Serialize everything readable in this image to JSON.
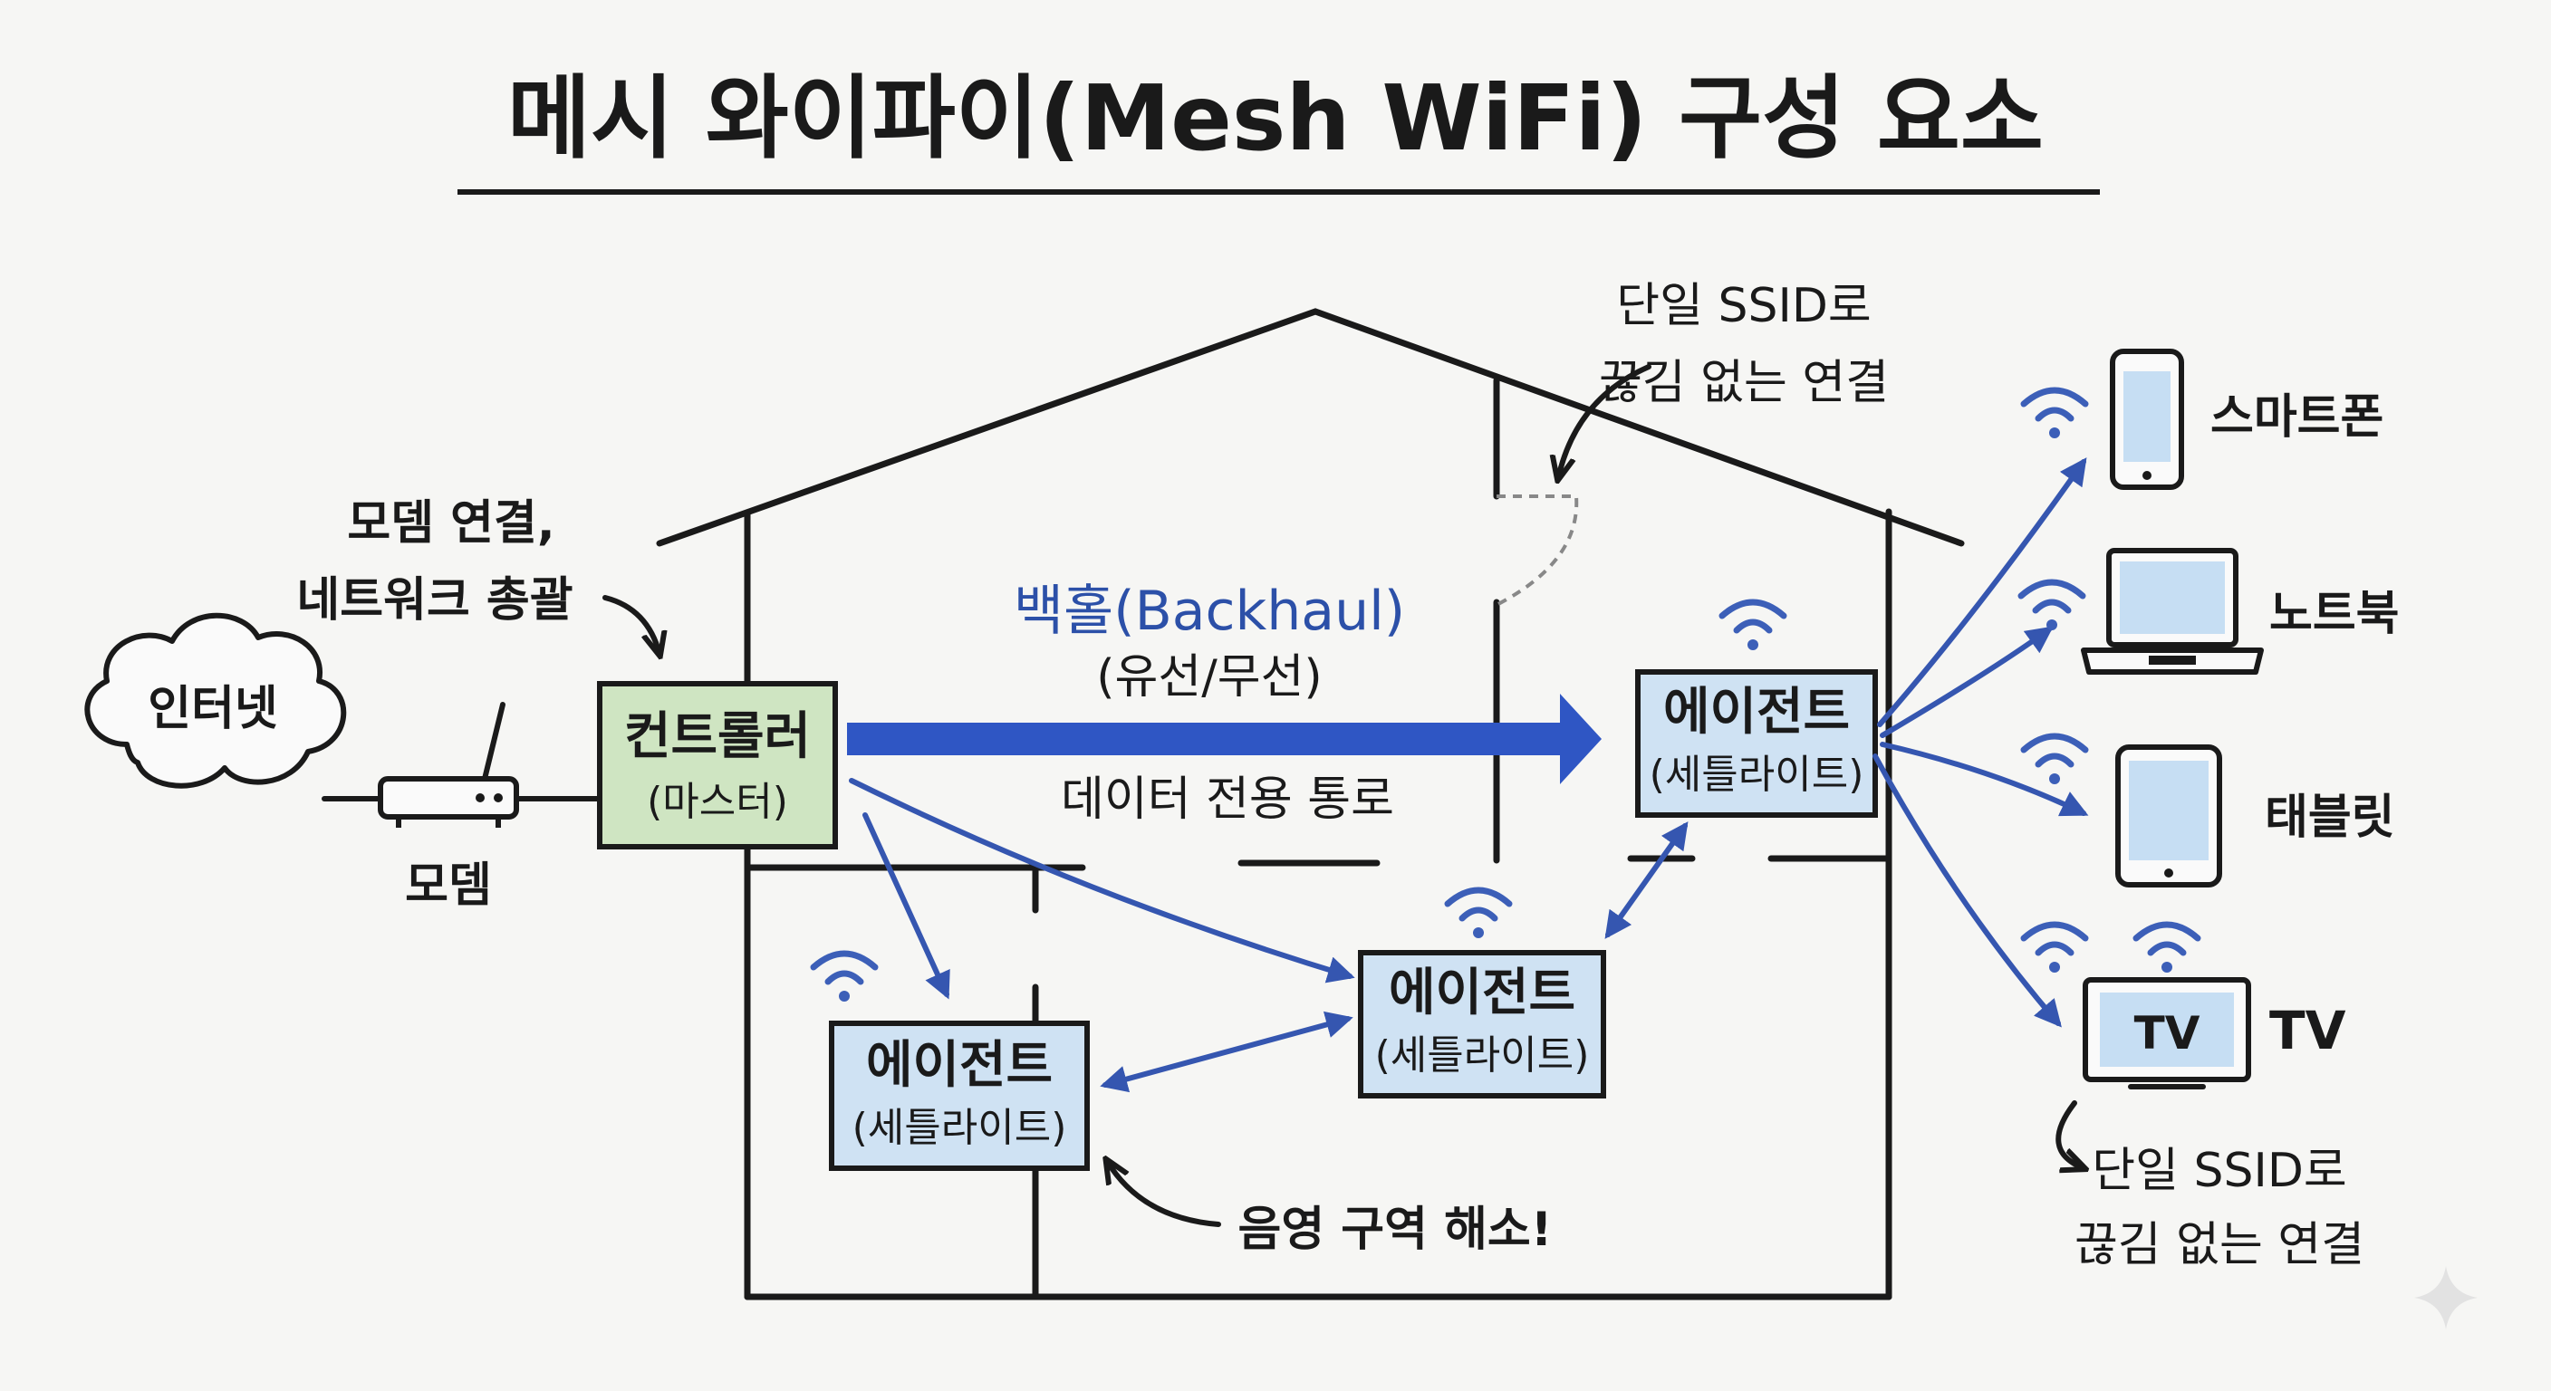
{
  "title": "메시 와이파이(Mesh WiFi) 구성 요소",
  "nodes": {
    "internet": "인터넷",
    "modem": "모뎀",
    "controller": {
      "label": "컨트롤러",
      "sub": "(마스터)"
    },
    "agent": {
      "label": "에이전트",
      "sub": "(세틀라이트)"
    }
  },
  "annotations": {
    "controller_note": [
      "모뎀 연결,",
      "네트워크 총괄"
    ],
    "backhaul_title": "백홀(Backhaul)",
    "backhaul_sub": "(유선/무선)",
    "backhaul_desc": "데이터 전용 통로",
    "ssid_note": [
      "단일 SSID로",
      "끊김 없는 연결"
    ],
    "shadow_note": "음영 구역 해소!"
  },
  "devices": {
    "smartphone": "스마트폰",
    "laptop": "노트북",
    "tablet": "태블릿",
    "tv": "TV",
    "tv_screen": "TV"
  },
  "colors": {
    "controller_fill": "#cfe5c2",
    "agent_fill": "#cfe2f3",
    "device_fill": "#c6def3",
    "arrow_blue": "#3556b0",
    "backhaul_blue": "#2f56c4",
    "accent_text": "#2c50a8"
  }
}
